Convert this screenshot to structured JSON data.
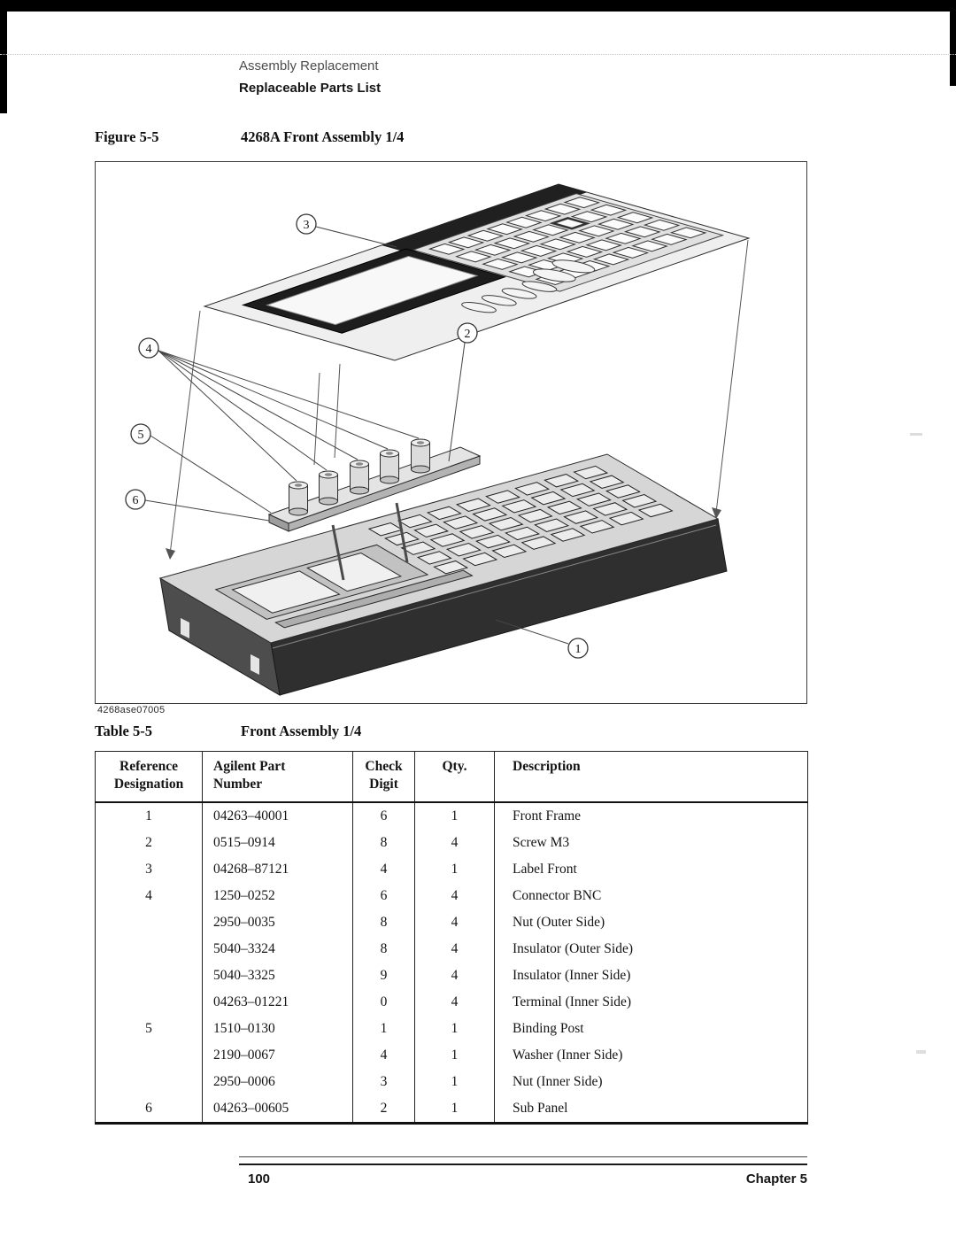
{
  "header": {
    "line1": "Assembly Replacement",
    "line2": "Replaceable Parts List"
  },
  "figure_caption": {
    "label": "Figure 5-5",
    "title": "4268A Front Assembly 1/4"
  },
  "figure": {
    "code": "4268ase07005",
    "callouts": [
      "1",
      "2",
      "3",
      "4",
      "5",
      "6"
    ]
  },
  "table_caption": {
    "label": "Table 5-5",
    "title": "Front Assembly 1/4"
  },
  "table": {
    "columns": [
      {
        "line1": "Reference",
        "line2": "Designation"
      },
      {
        "line1": "Agilent Part",
        "line2": "Number"
      },
      {
        "line1": "Check",
        "line2": "Digit"
      },
      {
        "line1": "Qty.",
        "line2": ""
      },
      {
        "line1": "Description",
        "line2": ""
      }
    ],
    "rows": [
      {
        "ref": "1",
        "part": "04263–40001",
        "check": "6",
        "qty": "1",
        "desc": "Front Frame"
      },
      {
        "ref": "2",
        "part": "0515–0914",
        "check": "8",
        "qty": "4",
        "desc": "Screw M3"
      },
      {
        "ref": "3",
        "part": "04268–87121",
        "check": "4",
        "qty": "1",
        "desc": "Label Front"
      },
      {
        "ref": "4",
        "part": "1250–0252",
        "check": "6",
        "qty": "4",
        "desc": "Connector BNC"
      },
      {
        "ref": "",
        "part": "2950–0035",
        "check": "8",
        "qty": "4",
        "desc": "Nut (Outer Side)"
      },
      {
        "ref": "",
        "part": "5040–3324",
        "check": "8",
        "qty": "4",
        "desc": "Insulator (Outer Side)"
      },
      {
        "ref": "",
        "part": "5040–3325",
        "check": "9",
        "qty": "4",
        "desc": "Insulator (Inner Side)"
      },
      {
        "ref": "",
        "part": "04263–01221",
        "check": "0",
        "qty": "4",
        "desc": "Terminal (Inner Side)"
      },
      {
        "ref": "5",
        "part": "1510–0130",
        "check": "1",
        "qty": "1",
        "desc": "Binding Post"
      },
      {
        "ref": "",
        "part": "2190–0067",
        "check": "4",
        "qty": "1",
        "desc": "Washer (Inner Side)"
      },
      {
        "ref": "",
        "part": "2950–0006",
        "check": "3",
        "qty": "1",
        "desc": "Nut (Inner Side)"
      },
      {
        "ref": "6",
        "part": "04263–00605",
        "check": "2",
        "qty": "1",
        "desc": "Sub Panel"
      }
    ]
  },
  "footer": {
    "page_number": "100",
    "chapter": "Chapter 5"
  }
}
